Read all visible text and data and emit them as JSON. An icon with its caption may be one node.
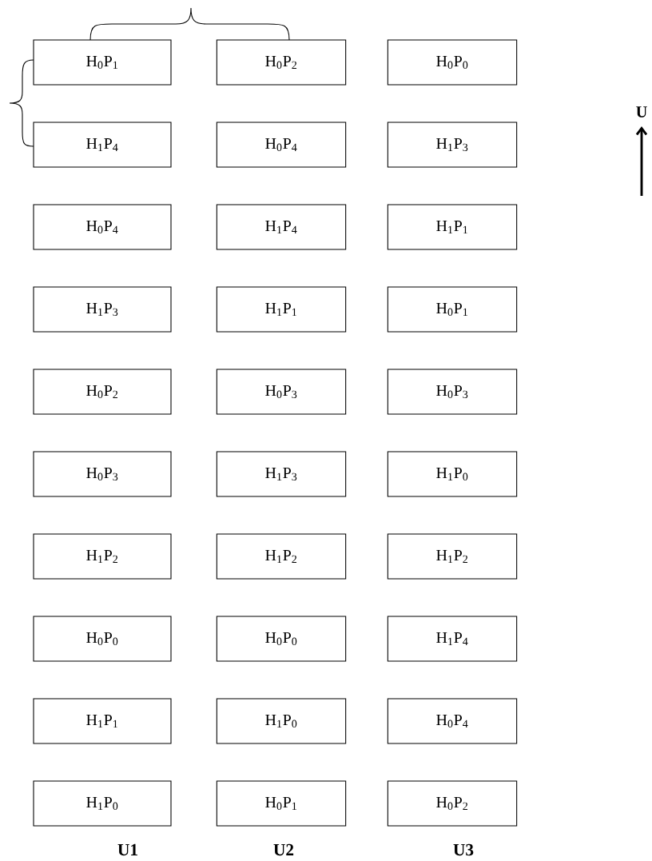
{
  "diagram": {
    "nodes": [
      {
        "text": [
          "H$_{0}$P$_{1}$"
        ]
      },
      {
        "text": [
          "H$_{0}$P$_{2}$"
        ]
      },
      {
        "text": [
          "H$_{0}$P$_{0}$"
        ]
      },
      {
        "text": [
          "H$_{1}$P$_{4}$"
        ]
      },
      {
        "text": [
          "H$_{0}$P$_{4}$"
        ]
      },
      {
        "text": [
          "H$_{1}$P$_{3}$"
        ]
      },
      {
        "text": [
          "H$_{0}$P$_{4}$"
        ]
      },
      {
        "text": [
          "H$_{1}$P$_{4}$"
        ]
      },
      {
        "text": [
          "H$_{1}$P$_{1}$"
        ]
      },
      {
        "text": [
          "H$_{1}$P$_{3}$"
        ]
      },
      {
        "text": [
          "H$_{1}$P$_{1}$"
        ]
      },
      {
        "text": [
          "H$_{0}$P$_{1}$"
        ]
      },
      {
        "text": [
          "H$_{0}$P$_{2}$"
        ]
      },
      {
        "text": [
          "H$_{0}$P$_{3}$"
        ]
      },
      {
        "text": [
          "H$_{0}$P$_{3}$"
        ]
      },
      {
        "text": [
          "H$_{0}$P$_{3}$"
        ]
      },
      {
        "text": [
          "H$_{1}$P$_{3}$"
        ]
      },
      {
        "text": [
          "H$_{1}$P$_{0}$"
        ]
      },
      {
        "text": [
          "H$_{1}$P$_{2}$"
        ]
      },
      {
        "text": [
          "H$_{1}$P$_{2}$"
        ]
      },
      {
        "text": [
          "H$_{1}$P$_{2}$"
        ]
      },
      {
        "text": [
          "H$_{0}$P$_{0}$"
        ]
      },
      {
        "text": [
          "H$_{0}$P$_{0}$"
        ]
      },
      {
        "text": [
          "H$_{1}$P$_{4}$"
        ]
      },
      {
        "text": [
          "H$_{1}$P$_{1}$"
        ]
      },
      {
        "text": [
          "H$_{1}$P$_{0}$"
        ]
      },
      {
        "text": [
          "H$_{0}$P$_{4}$"
        ]
      },
      {
        "text": [
          "H$_{1}$P$_{0}$"
        ]
      },
      {
        "text": [
          "H$_{0}$P$_{1}$"
        ]
      },
      {
        "text": [
          "H$_{0}$P$_{2}$"
        ]
      }
    ],
    "labels": [
      "U",
      "U1",
      "U2",
      "U3"
    ]
  }
}
